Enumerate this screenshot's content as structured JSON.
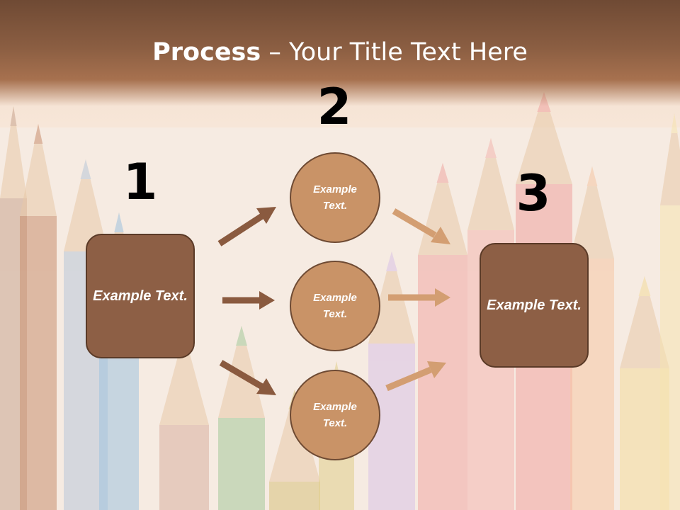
{
  "slide": {
    "title_bold": "Process",
    "title_rest": " – Your Title Text Here",
    "colors": {
      "banner": "#8b5e42",
      "box_fill": "#8d5f45",
      "circle_fill": "#c99367",
      "arrow_dark": "#8a5a3f",
      "arrow_light": "#d39e72"
    },
    "background_image": "colored-pencils-photo"
  },
  "steps": [
    {
      "number": "1",
      "text": "Example Text."
    },
    {
      "number": "2",
      "items": [
        {
          "text": "Example Text."
        },
        {
          "text": "Example Text."
        },
        {
          "text": "Example Text."
        }
      ]
    },
    {
      "number": "3",
      "text": "Example Text."
    }
  ]
}
